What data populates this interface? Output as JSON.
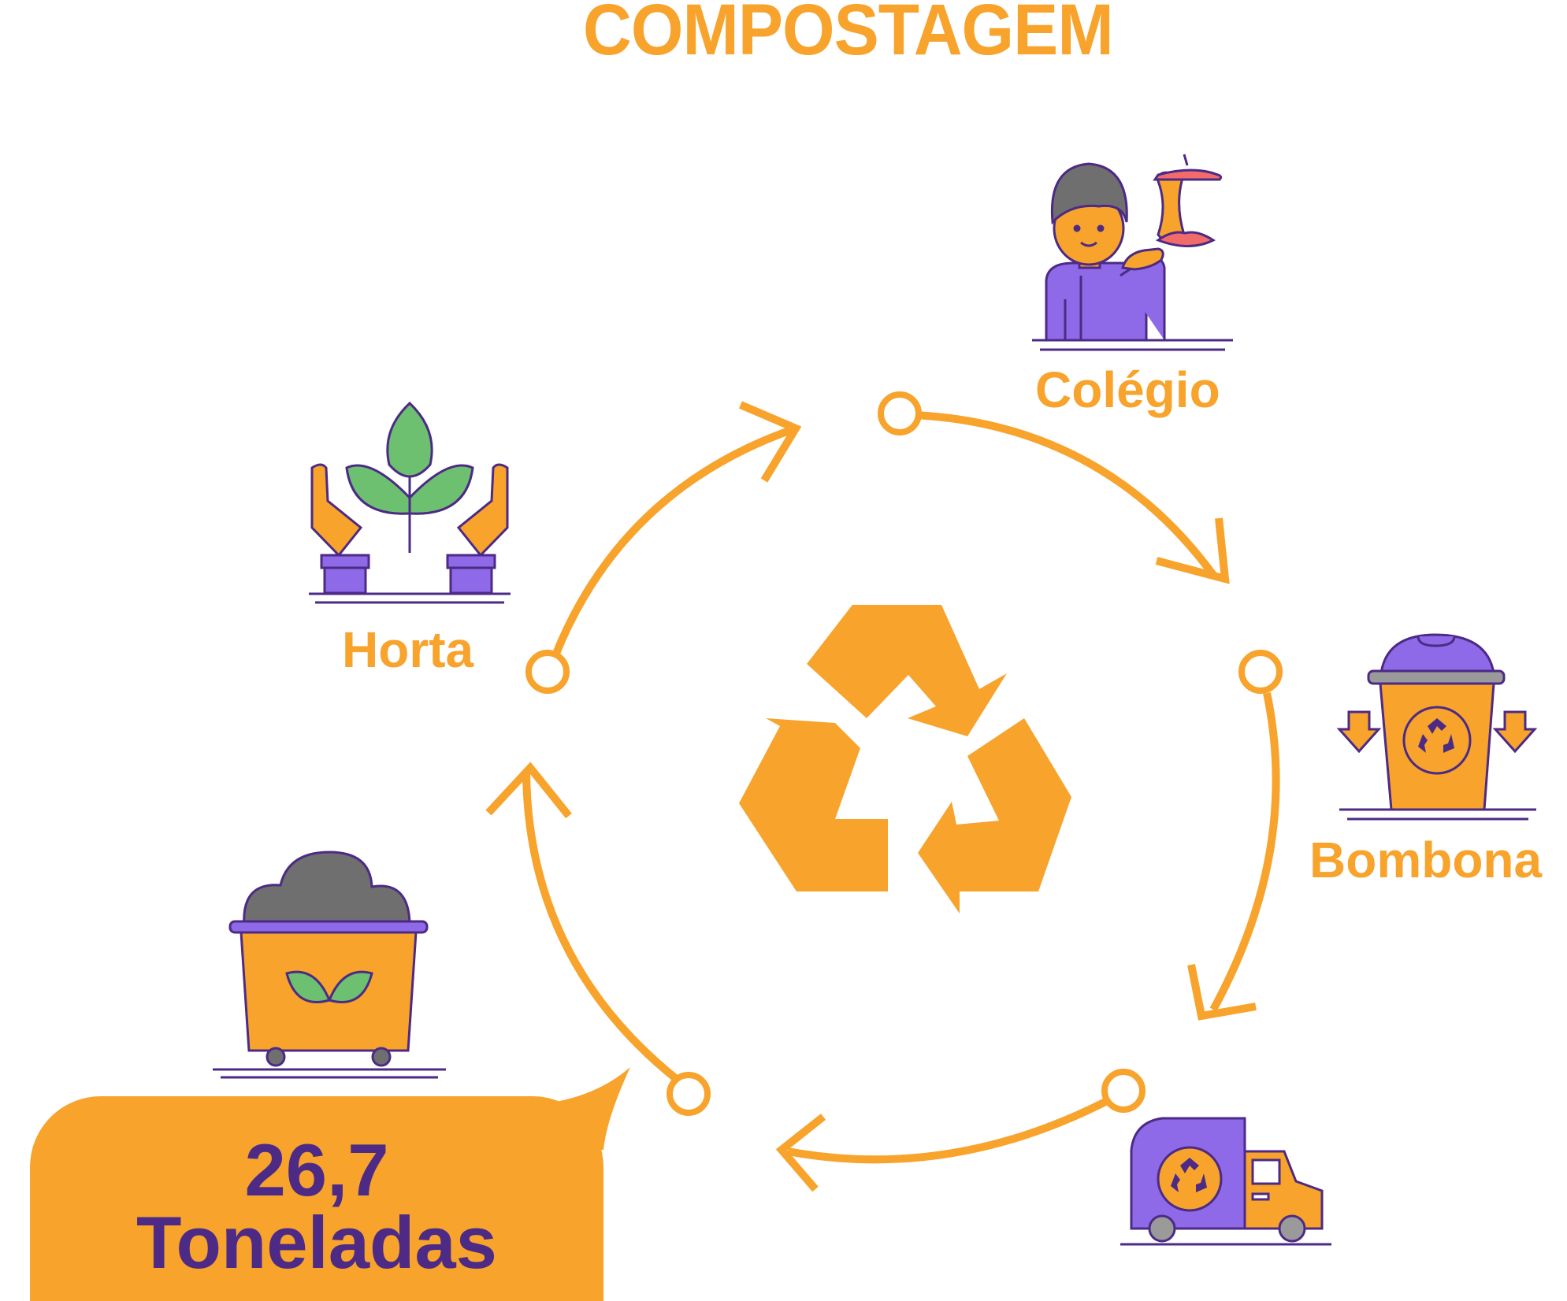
{
  "title": "COMPOSTAGEM",
  "steps": {
    "colegio": "Colégio",
    "bombona": "Bombona",
    "horta": "Horta"
  },
  "stat": {
    "value": "26,7",
    "unit": "Toneladas"
  },
  "icons": [
    "student-with-apple-core-icon",
    "recycling-bin-icon",
    "garbage-truck-icon",
    "compost-bin-icon",
    "hands-plant-icon",
    "recycle-symbol-icon"
  ],
  "colors": {
    "orange": "#F7A32C",
    "purple": "#8E6AE8",
    "dark_purple": "#4C2A85",
    "green": "#6CC070",
    "gray": "#6F6F6F",
    "white": "#FFFFFF"
  }
}
